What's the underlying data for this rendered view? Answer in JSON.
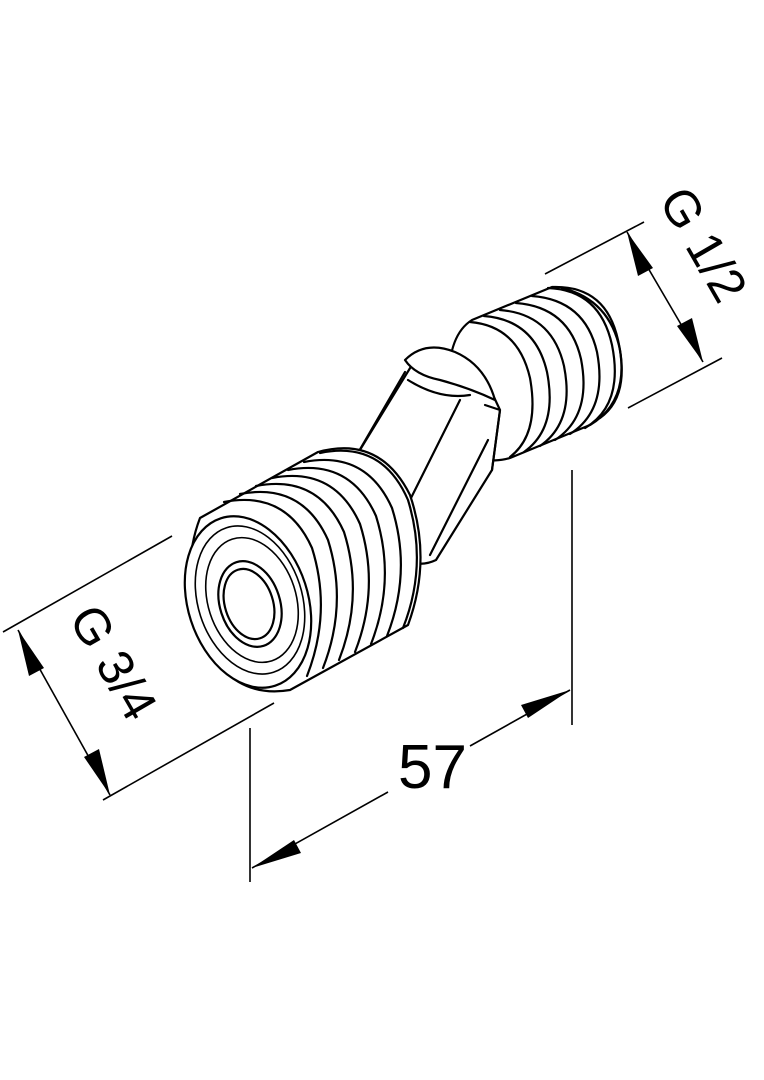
{
  "dimensions": {
    "small_thread": "G 1/2",
    "large_thread": "G 3/4",
    "length": "57"
  },
  "colors": {
    "line": "#000000",
    "background": "#ffffff"
  }
}
